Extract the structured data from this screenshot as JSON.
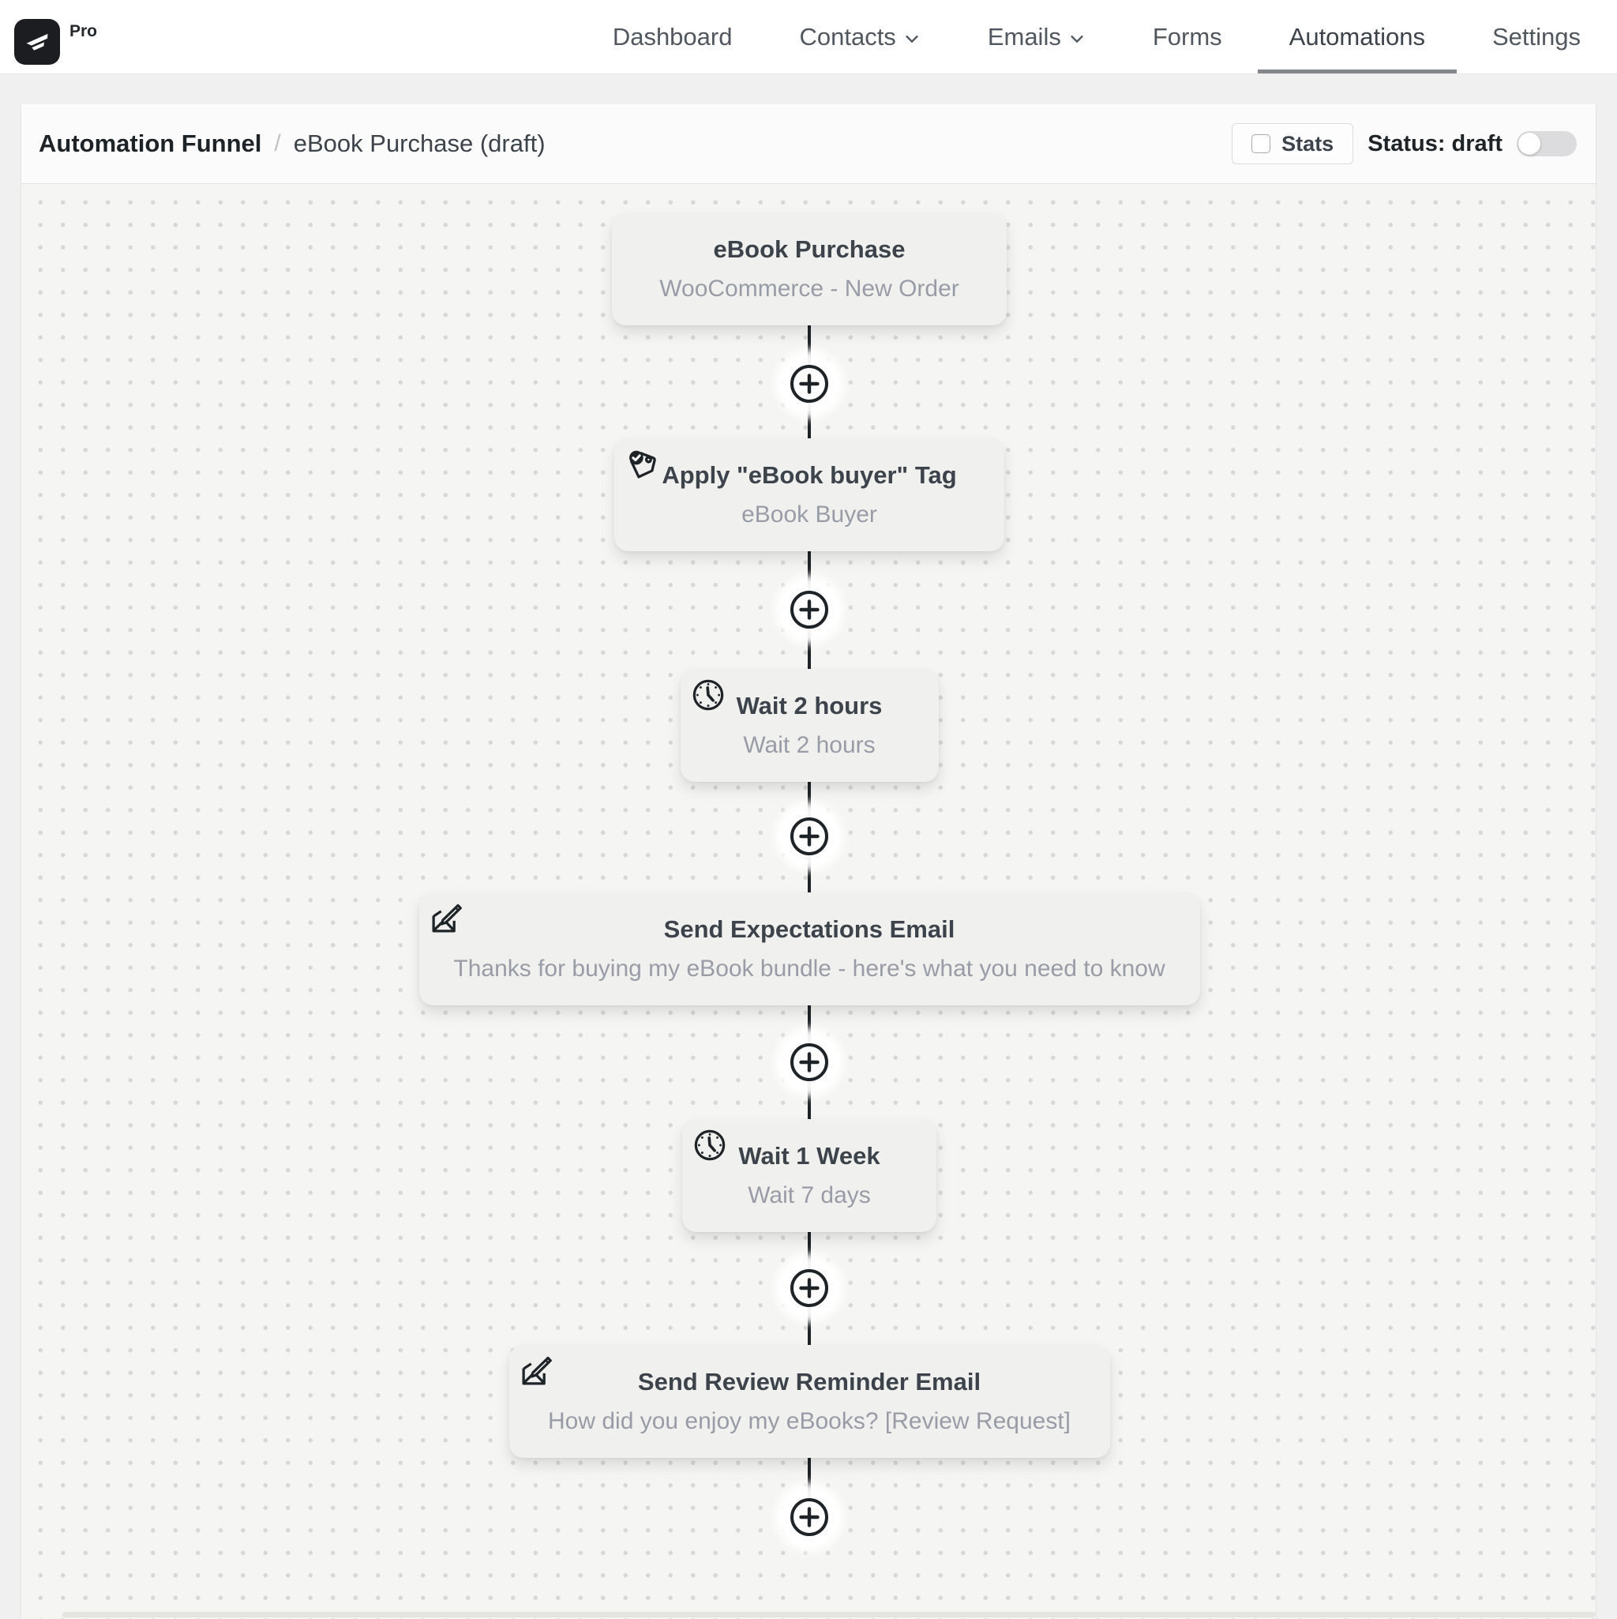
{
  "brand": {
    "logo_icon": "fluentcrm-logo-icon",
    "pro_label": "Pro"
  },
  "nav": {
    "items": [
      {
        "label": "Dashboard",
        "has_dropdown": false,
        "active": false
      },
      {
        "label": "Contacts",
        "has_dropdown": true,
        "active": false
      },
      {
        "label": "Emails",
        "has_dropdown": true,
        "active": false
      },
      {
        "label": "Forms",
        "has_dropdown": false,
        "active": false
      },
      {
        "label": "Automations",
        "has_dropdown": false,
        "active": true
      },
      {
        "label": "Settings",
        "has_dropdown": false,
        "active": false
      }
    ]
  },
  "header": {
    "breadcrumb": {
      "root": "Automation Funnel",
      "separator": "/",
      "current": "eBook Purchase (draft)"
    },
    "stats_label": "Stats",
    "stats_checked": false,
    "status_label": "Status: draft",
    "status_toggle_on": false
  },
  "funnel": {
    "nodes": [
      {
        "id": "trigger-ebook-purchase",
        "type": "trigger",
        "icon": null,
        "title": "eBook Purchase",
        "subtitle": "WooCommerce - New Order"
      },
      {
        "id": "apply-ebook-buyer-tag",
        "type": "action",
        "icon": "tag-check-icon",
        "title": "Apply \"eBook buyer\" Tag",
        "subtitle": "eBook Buyer"
      },
      {
        "id": "wait-2-hours",
        "type": "wait",
        "icon": "clock-icon",
        "title": "Wait 2 hours",
        "subtitle": "Wait 2 hours"
      },
      {
        "id": "send-expectations-email",
        "type": "email",
        "icon": "email-compose-icon",
        "title": "Send Expectations Email",
        "subtitle": "Thanks for buying my eBook bundle - here's what you need to know"
      },
      {
        "id": "wait-1-week",
        "type": "wait",
        "icon": "clock-icon",
        "title": "Wait 1 Week",
        "subtitle": "Wait 7 days"
      },
      {
        "id": "send-review-reminder-email",
        "type": "email",
        "icon": "email-compose-icon",
        "title": "Send Review Reminder Email",
        "subtitle": "How did you enjoy my eBooks? [Review Request]"
      }
    ],
    "add_step_count": 6
  },
  "colors": {
    "brand_dark": "#1b1d21",
    "canvas_background": "#f5f5f3",
    "node_background": "#f0f0ee",
    "connector": "#1d2327",
    "toggle_off_track": "#dcdcde"
  }
}
